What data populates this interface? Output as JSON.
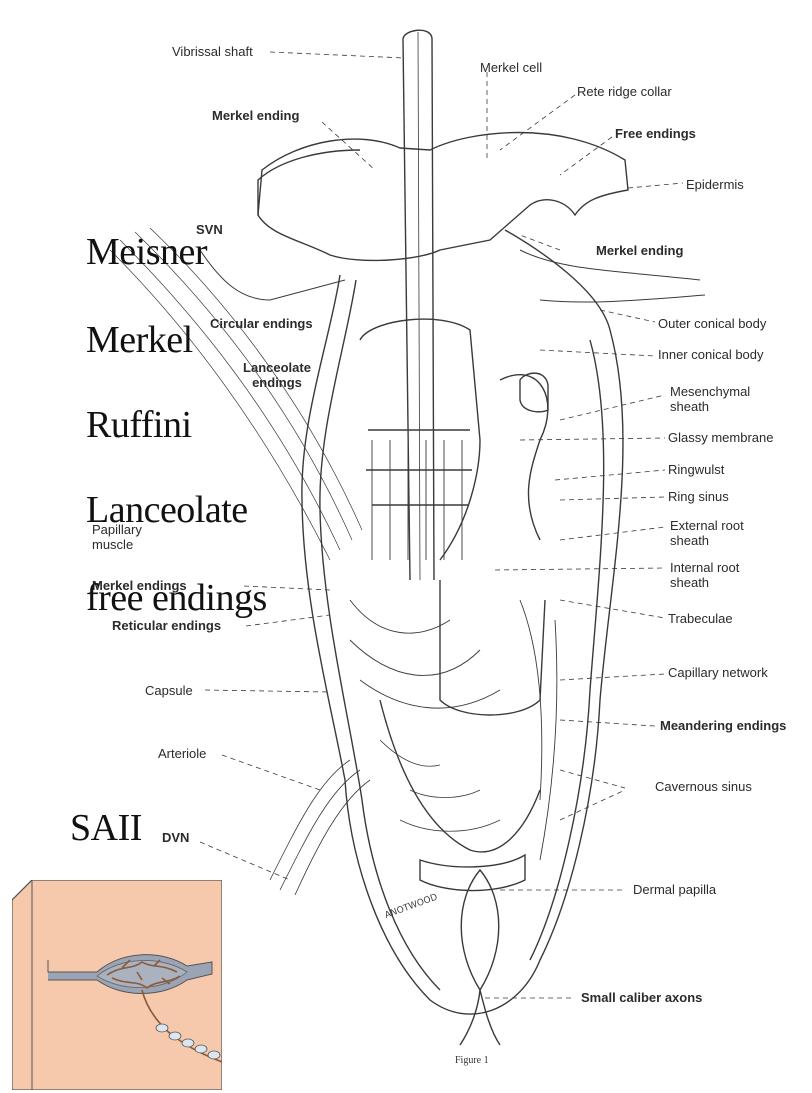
{
  "diagram": {
    "labels_left": {
      "vibrissal_shaft": "Vibrissal shaft",
      "merkel_ending_top": "Merkel ending",
      "svn": "SVN",
      "circular_endings": "Circular endings",
      "lanceolate_endings": "Lanceolate endings",
      "papillary_muscle": "Papillary muscle",
      "merkel_endings": "Merkel endings",
      "reticular_endings": "Reticular endings",
      "capsule": "Capsule",
      "arteriole": "Arteriole",
      "dvn": "DVN"
    },
    "labels_right": {
      "merkel_cell": "Merkel cell",
      "rete_ridge_collar": "Rete ridge collar",
      "free_endings": "Free endings",
      "epidermis": "Epidermis",
      "merkel_ending_right": "Merkel ending",
      "outer_conical_body": "Outer conical body",
      "inner_conical_body": "Inner conical body",
      "mesenchymal_sheath": "Mesenchymal sheath",
      "glassy_membrane": "Glassy membrane",
      "ringwulst": "Ringwulst",
      "ring_sinus": "Ring sinus",
      "external_root_sheath": "External root sheath",
      "internal_root_sheath": "Internal root sheath",
      "trabeculae": "Trabeculae",
      "capillary_network": "Capillary network",
      "meandering_endings": "Meandering endings",
      "cavernous_sinus": "Cavernous sinus",
      "dermal_papilla": "Dermal papilla",
      "small_caliber_axons": "Small caliber axons"
    },
    "caption": "Figure 1"
  },
  "overlay": {
    "receptor_names": [
      "Meisner",
      "Merkel",
      "Ruffini",
      "Lanceolate",
      "free endings"
    ],
    "saii": "SAII"
  },
  "colors": {
    "inset_skin": "#f6c9ad",
    "inset_capsule": "#9aa4b4",
    "inset_nerve": "#8a5a3a"
  }
}
